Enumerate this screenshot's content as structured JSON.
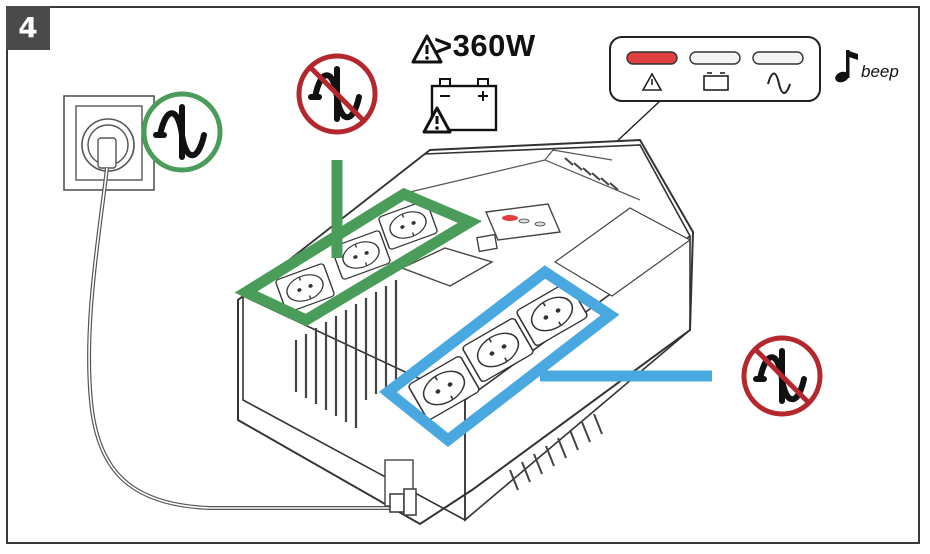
{
  "step_number": "4",
  "power_limit_label": ">360W",
  "beep_label": "beep",
  "colors": {
    "protected_outlets": "#4a9d58",
    "surge_only_outlets": "#4aa8e0",
    "no_power": "#b3272d",
    "power_ok": "#4a9d58",
    "overload_led": "#e04040",
    "frame": "#3a3a3a"
  },
  "icons": {
    "warning": "warning-triangle-icon",
    "battery": "battery-icon",
    "sine": "sine-wave-icon",
    "note": "music-note-icon"
  },
  "indicator_panel": {
    "leds": [
      {
        "name": "overload",
        "state": "on",
        "icon": "warning-triangle-icon"
      },
      {
        "name": "battery",
        "state": "off",
        "icon": "battery-icon"
      },
      {
        "name": "mains",
        "state": "off",
        "icon": "sine-wave-icon"
      }
    ]
  }
}
